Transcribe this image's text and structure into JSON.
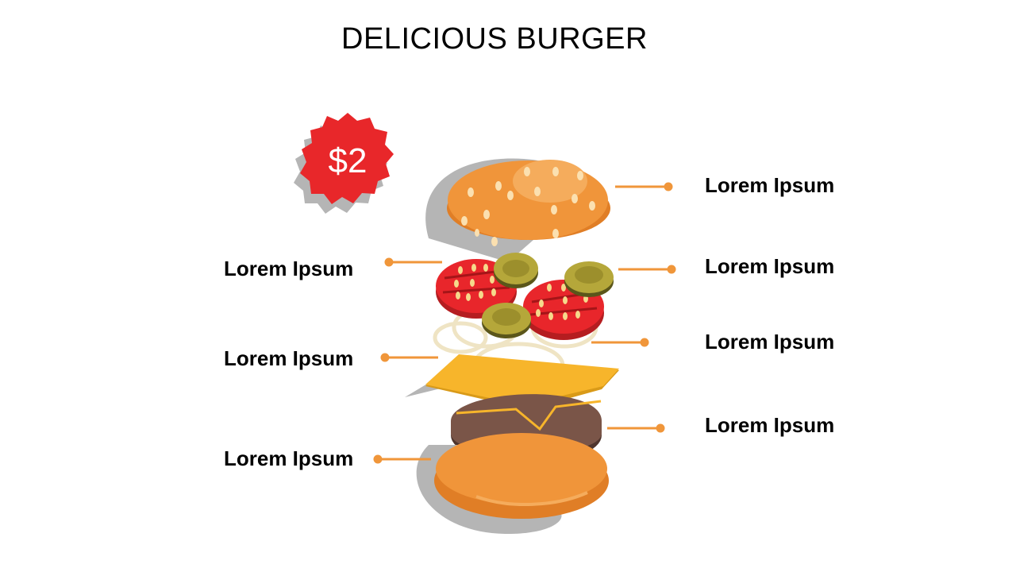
{
  "title": "DELICIOUS BURGER",
  "price_badge": {
    "text": "$2",
    "color": "#e8272a"
  },
  "labels": {
    "right": [
      "Lorem Ipsum",
      "Lorem Ipsum",
      "Lorem Ipsum",
      "Lorem Ipsum"
    ],
    "left": [
      "Lorem Ipsum",
      "Lorem Ipsum",
      "Lorem Ipsum"
    ]
  },
  "colors": {
    "accent_line": "#f0963a",
    "bun": "#f0953a",
    "tomato": "#e8262b",
    "pickle": "#b5a73a",
    "cheese": "#f7b52b",
    "patty": "#7a5548",
    "shadow": "#b5b5b5"
  }
}
